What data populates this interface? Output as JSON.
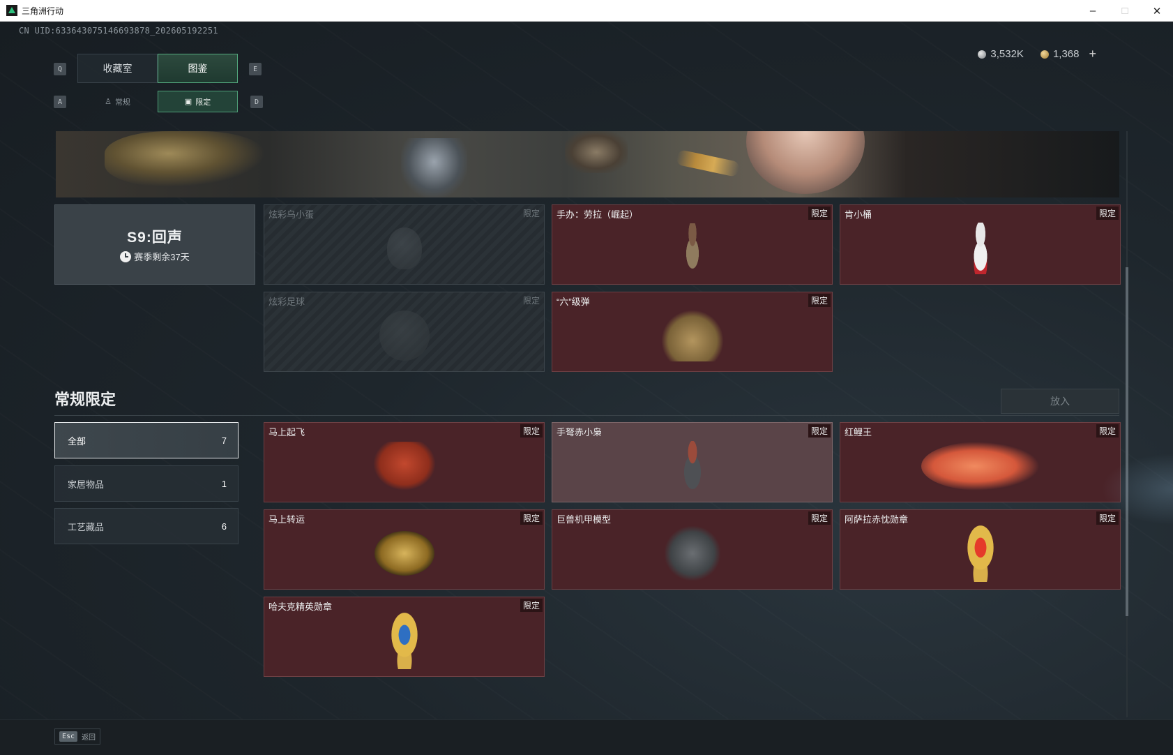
{
  "window": {
    "title": "三角洲行动",
    "minimize": "–",
    "maximize": "□",
    "close": "✕"
  },
  "uid": "CN UID:6336430751466938​78_202605192251",
  "currency": {
    "silver": "3,532K",
    "gold": "1,368",
    "add": "+"
  },
  "keys": {
    "q": "Q",
    "e": "E",
    "a": "A",
    "d": "D",
    "esc": "Esc"
  },
  "tabs_main": [
    {
      "label": "收藏室"
    },
    {
      "label": "图鉴"
    }
  ],
  "tabs_sub": [
    {
      "label": "常规",
      "icon": "figure-icon"
    },
    {
      "label": "限定",
      "icon": "image-icon"
    }
  ],
  "season": {
    "name": "S9:回声",
    "remain": "赛季剩余37天"
  },
  "season_items": [
    {
      "name": "炫彩乌小蛋",
      "tag": "限定"
    },
    {
      "name": "手办：劳拉（崛起）",
      "tag": "限定"
    },
    {
      "name": "肯小桶",
      "tag": "限定"
    },
    {
      "name": "炫彩足球",
      "tag": "限定"
    },
    {
      "name": "“六”级弹",
      "tag": "限定"
    }
  ],
  "section": {
    "title": "常规限定",
    "put_button": "放入"
  },
  "categories": [
    {
      "label": "全部",
      "count": "7"
    },
    {
      "label": "家居物品",
      "count": "1"
    },
    {
      "label": "工艺藏品",
      "count": "6"
    }
  ],
  "regular_items": [
    {
      "name": "马上起飞",
      "tag": "限定"
    },
    {
      "name": "手弩赤小枭",
      "tag": "限定"
    },
    {
      "name": "红鲤王",
      "tag": "限定"
    },
    {
      "name": "马上转运",
      "tag": "限定"
    },
    {
      "name": "巨兽机甲模型",
      "tag": "限定"
    },
    {
      "name": "阿萨拉赤忱勋章",
      "tag": "限定"
    },
    {
      "name": "哈夫克精英勋章",
      "tag": "限定"
    }
  ],
  "bottom": {
    "back": "返回"
  }
}
